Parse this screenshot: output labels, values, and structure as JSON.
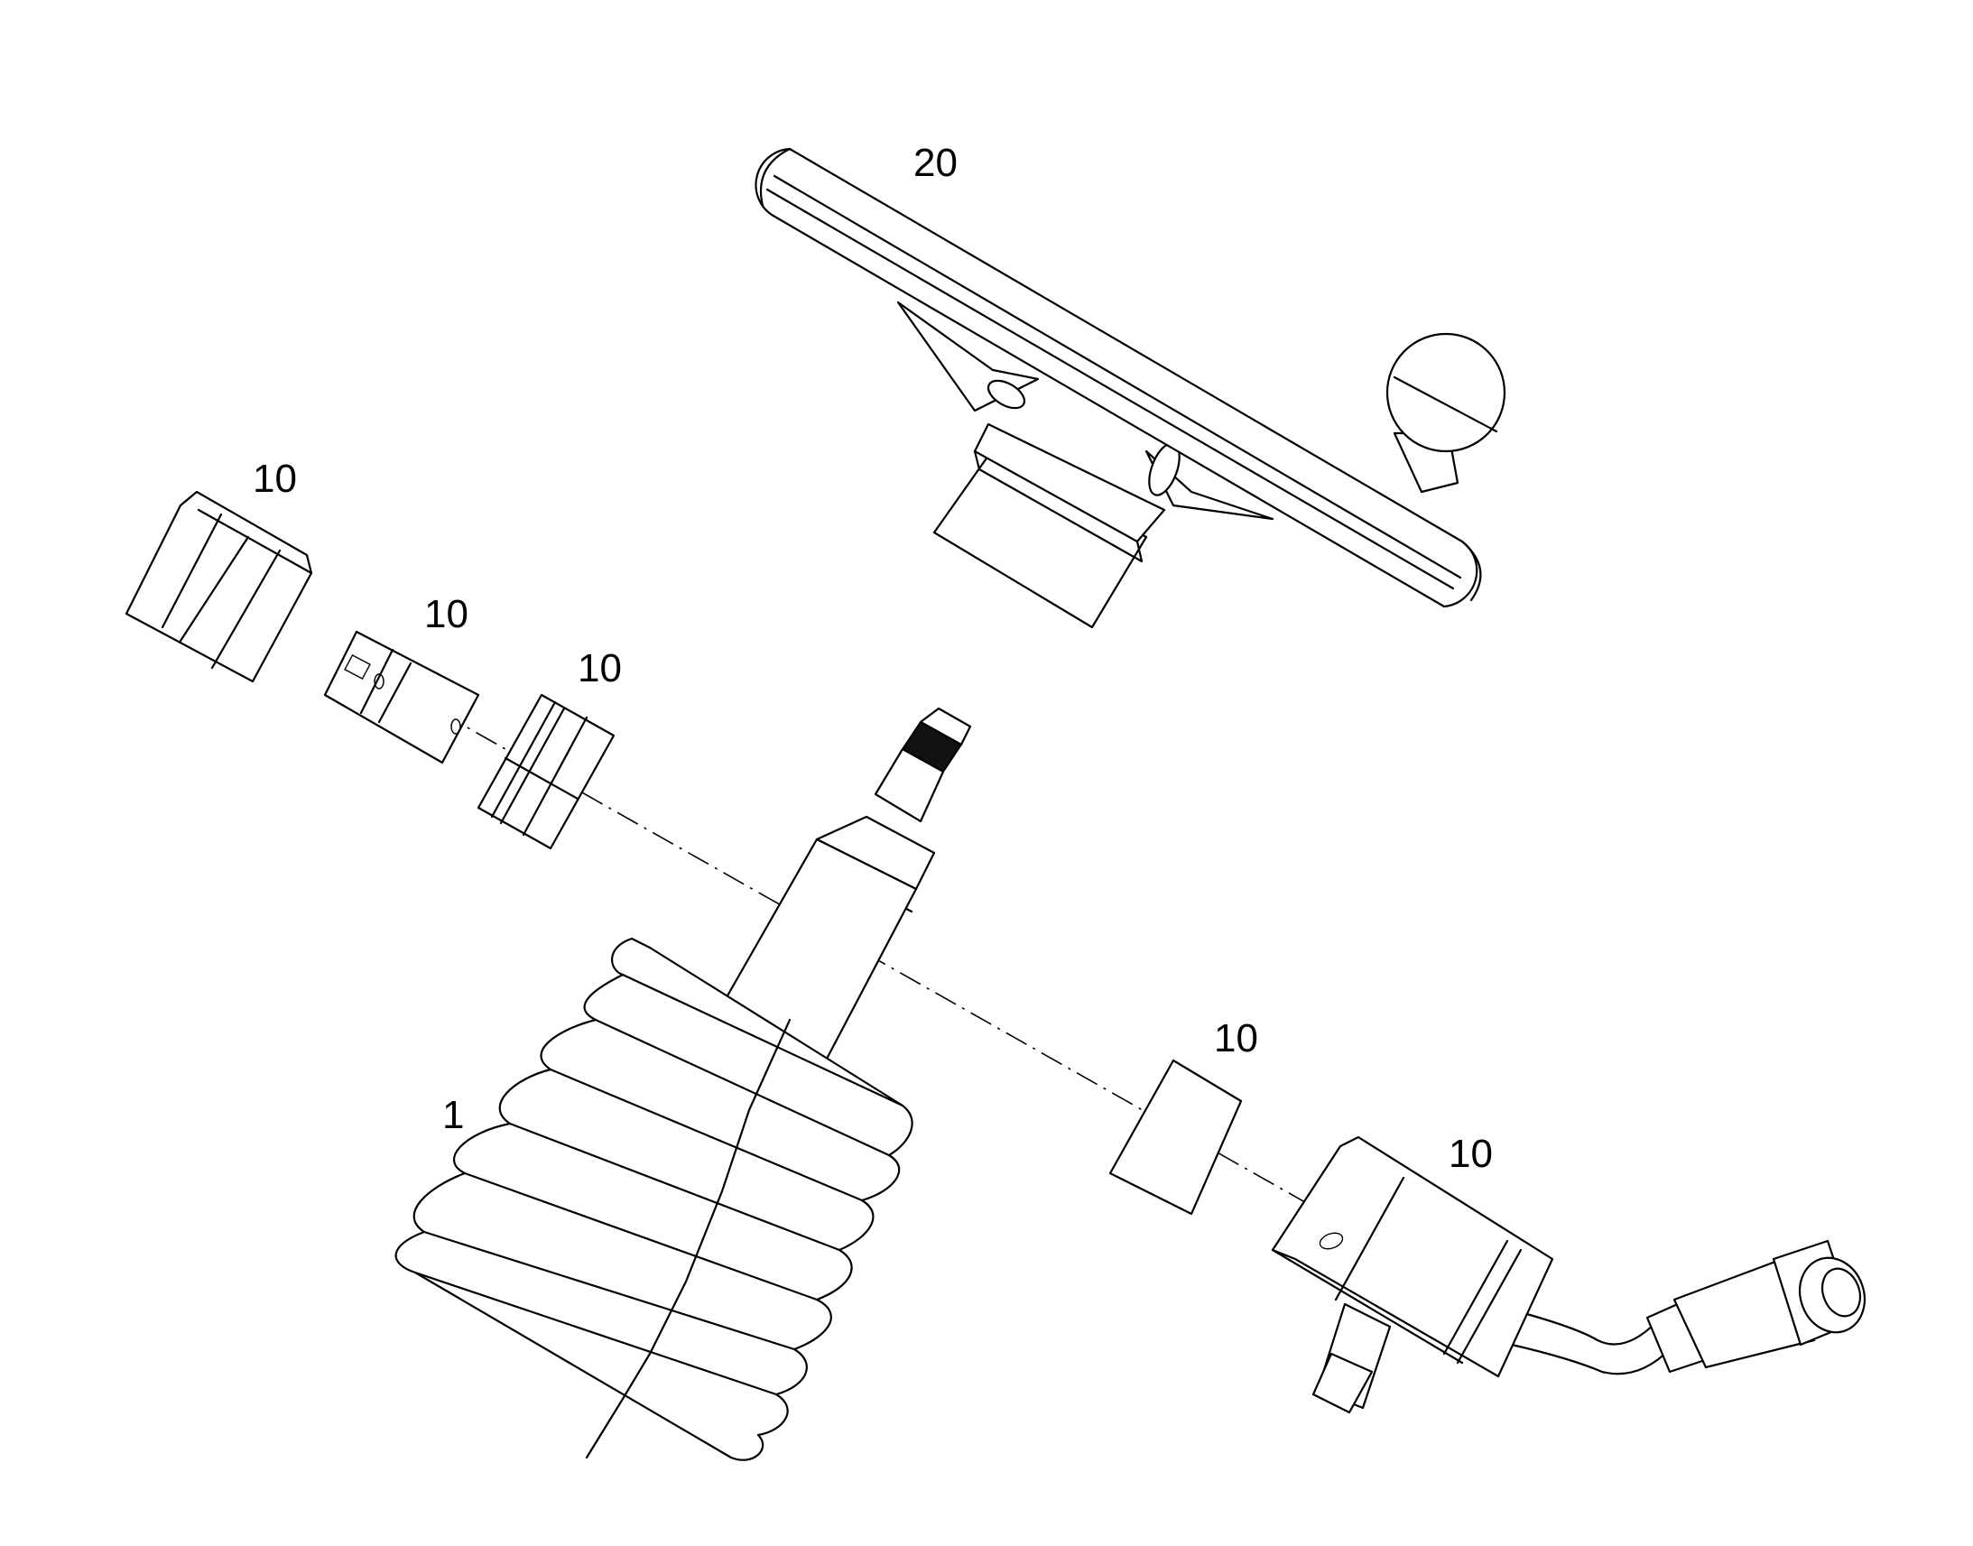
{
  "labels": {
    "handle": "20",
    "spool": "1",
    "cap_left": "10",
    "disc_left": "10",
    "sleeve_left": "10",
    "sleeve_right": "10",
    "motor_unit": "10"
  }
}
